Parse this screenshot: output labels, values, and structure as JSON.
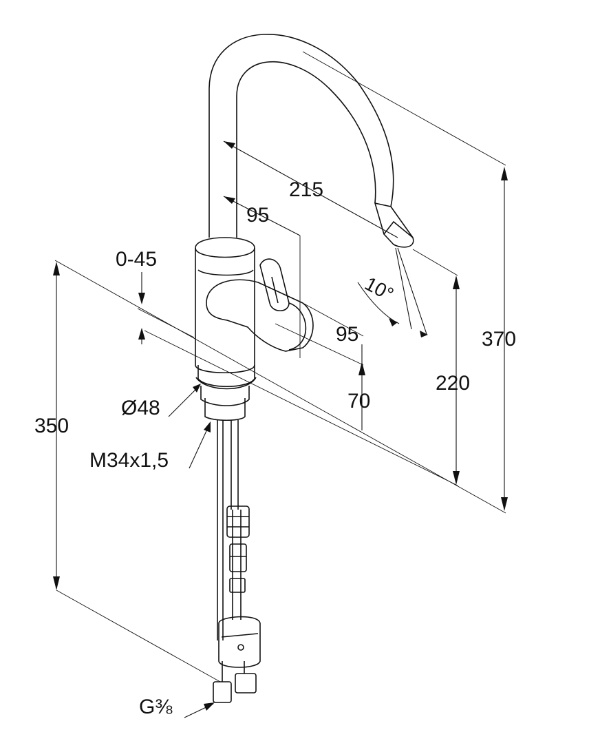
{
  "dimensions": {
    "spout_reach": "215",
    "lever_offset": "95",
    "lever_height": "95",
    "swivel_angle": "0-45",
    "body_height": "70",
    "spout_outlet_height": "220",
    "total_height": "370",
    "hose_length": "350",
    "base_diameter": "Ø48",
    "thread": "M34x1,5",
    "connection": "G⅜",
    "spray_angle": "10°"
  }
}
